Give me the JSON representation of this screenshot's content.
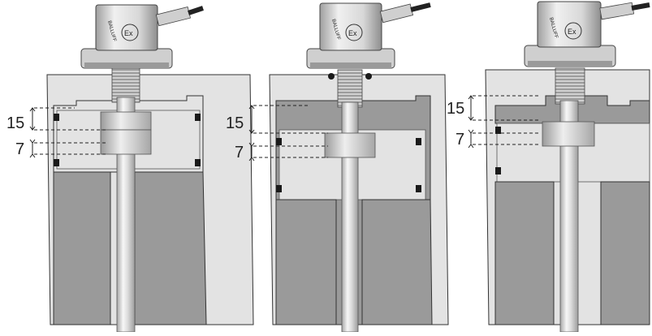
{
  "figure": {
    "panels": [
      {
        "id": "left",
        "dimensions": [
          {
            "label": "15"
          },
          {
            "label": "7"
          }
        ]
      },
      {
        "id": "middle",
        "dimensions": [
          {
            "label": "15"
          },
          {
            "label": "7"
          }
        ]
      },
      {
        "id": "right",
        "dimensions": [
          {
            "label": "15"
          },
          {
            "label": "7"
          }
        ]
      }
    ],
    "sensor_head": {
      "brand_text": "BALLUFF",
      "mark_text": "Ex"
    }
  },
  "colors": {
    "light_fill": "#e3e3e3",
    "dark_fill": "#9a9a9a",
    "outline": "#333333",
    "rod_mid": "#dcdcdc",
    "rod_highlight": "#f7f7f7",
    "magnet": "#bdbdbd",
    "flange": "#cfcfcf",
    "head": "#d4d4d4",
    "seal": "#1a1a1a",
    "cable": "#222222",
    "dim_line": "#222222"
  }
}
